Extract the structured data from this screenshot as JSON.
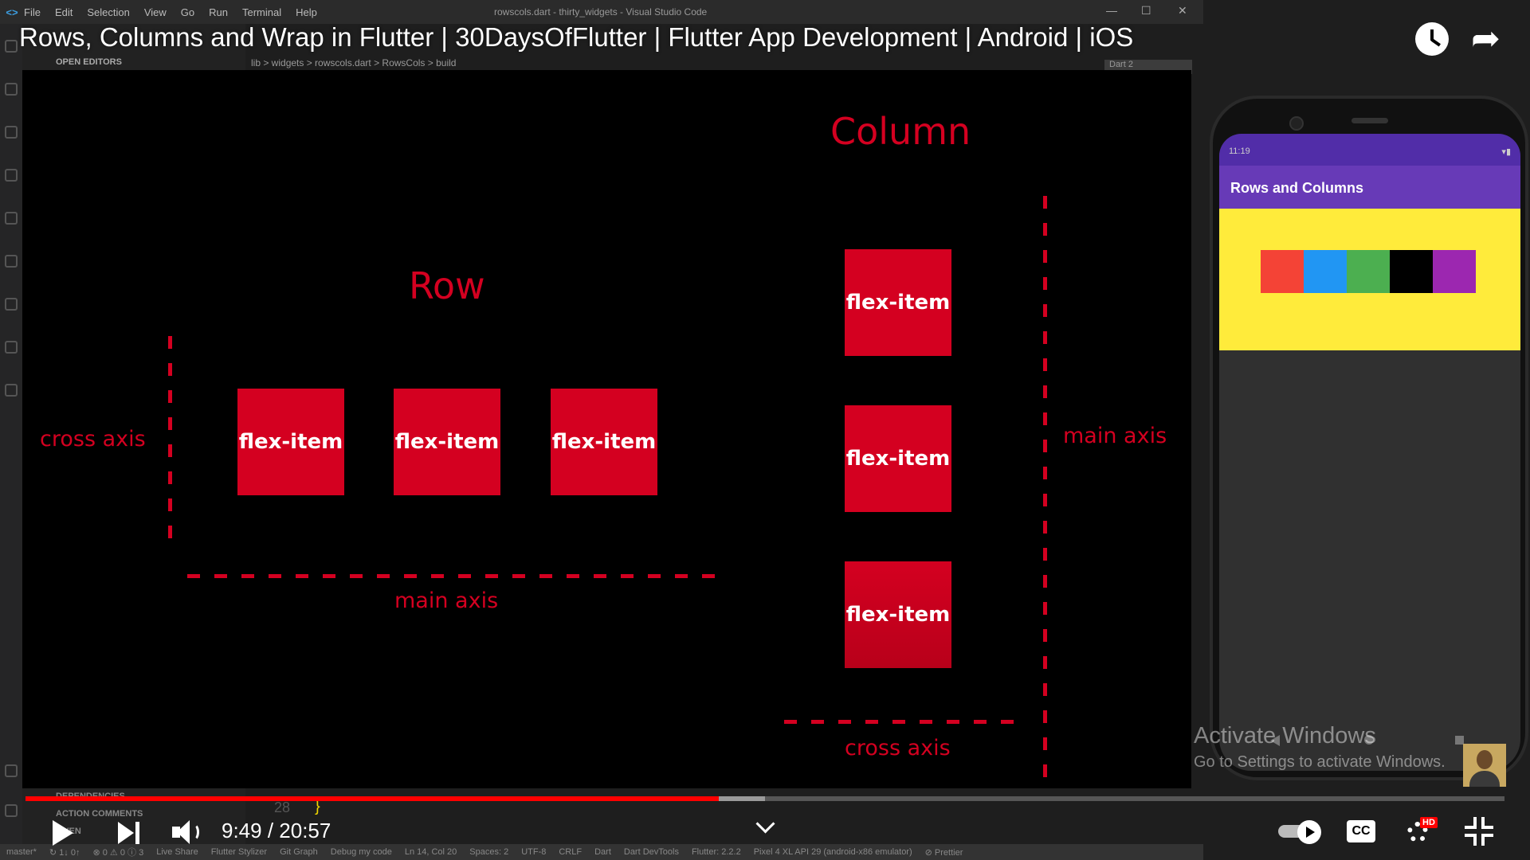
{
  "video": {
    "title": "Rows, Columns and Wrap in Flutter | 30DaysOfFlutter | Flutter App Development | Android | iOS",
    "time_display": "9:49 / 20:57",
    "progress_played": 0.4686,
    "progress_buffered": 0.5,
    "hd_badge": "HD",
    "cc_label": "CC"
  },
  "vscode": {
    "menu": [
      "File",
      "Edit",
      "Selection",
      "View",
      "Go",
      "Run",
      "Terminal",
      "Help"
    ],
    "window_title": "rowscols.dart - thirty_widgets - Visual Studio Code",
    "open_editors": "OPEN EDITORS",
    "breadcrumb": "lib > widgets > rowscols.dart > RowsCols > build",
    "dart_select": "Dart 2",
    "line_number": "28",
    "brace": "}",
    "panel_items": [
      "DEPENDENCIES",
      "ACTION COMMENTS",
      "...VEN"
    ],
    "status_items": [
      "master*",
      "↻ 1↓ 0↑",
      "⊗ 0 ⚠ 0 ⓘ 3",
      "Live Share",
      "Flutter Stylizer",
      "Git Graph",
      "Debug my code",
      "Ln 14, Col 20",
      "Spaces: 2",
      "UTF-8",
      "CRLF",
      "Dart",
      "Dart DevTools",
      "Flutter: 2.2.2",
      "Pixel 4 XL API 29 (android-x86 emulator)",
      "⊘ Prettier"
    ]
  },
  "slide": {
    "row_title": "Row",
    "column_title": "Column",
    "flex_item": "flex-item",
    "row_main_axis": "main axis",
    "row_cross_axis": "cross axis",
    "column_main_axis": "main axis",
    "column_cross_axis": "cross axis",
    "accent_color": "#d40020"
  },
  "phone": {
    "status_time": "11:19",
    "app_title": "Rows and Columns",
    "background_color": "#ffeb3b",
    "appbar_color": "#673ab7",
    "swatches": [
      "#f44336",
      "#2196f3",
      "#4caf50",
      "#000000",
      "#9c27b0"
    ]
  },
  "watermark": {
    "title": "Activate Windows",
    "subtitle": "Go to Settings to activate Windows."
  }
}
